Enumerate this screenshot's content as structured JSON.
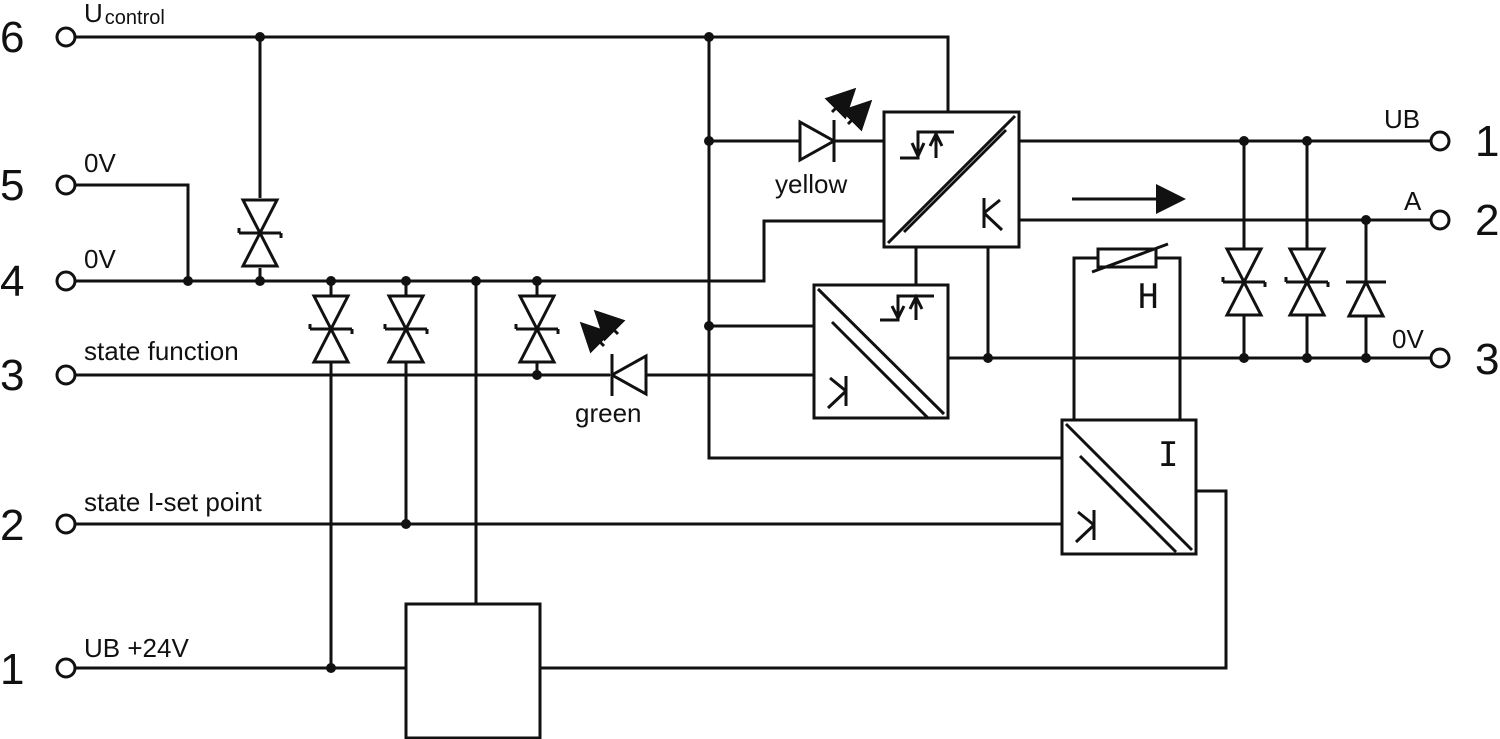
{
  "left_terminals": [
    {
      "number": "6",
      "label": "U",
      "label_sub": "control"
    },
    {
      "number": "5",
      "label": "0V"
    },
    {
      "number": "4",
      "label": "0V"
    },
    {
      "number": "3",
      "label": "state function"
    },
    {
      "number": "2",
      "label": "state I-set point"
    },
    {
      "number": "1",
      "label": "UB +24V"
    }
  ],
  "right_terminals": [
    {
      "number": "1",
      "label": "UB"
    },
    {
      "number": "2",
      "label": "A"
    },
    {
      "number": "3",
      "label": "0V"
    }
  ],
  "led_labels": {
    "yellow": "yellow",
    "green": "green"
  },
  "block_labels": {
    "current": "I",
    "heater": "H"
  }
}
